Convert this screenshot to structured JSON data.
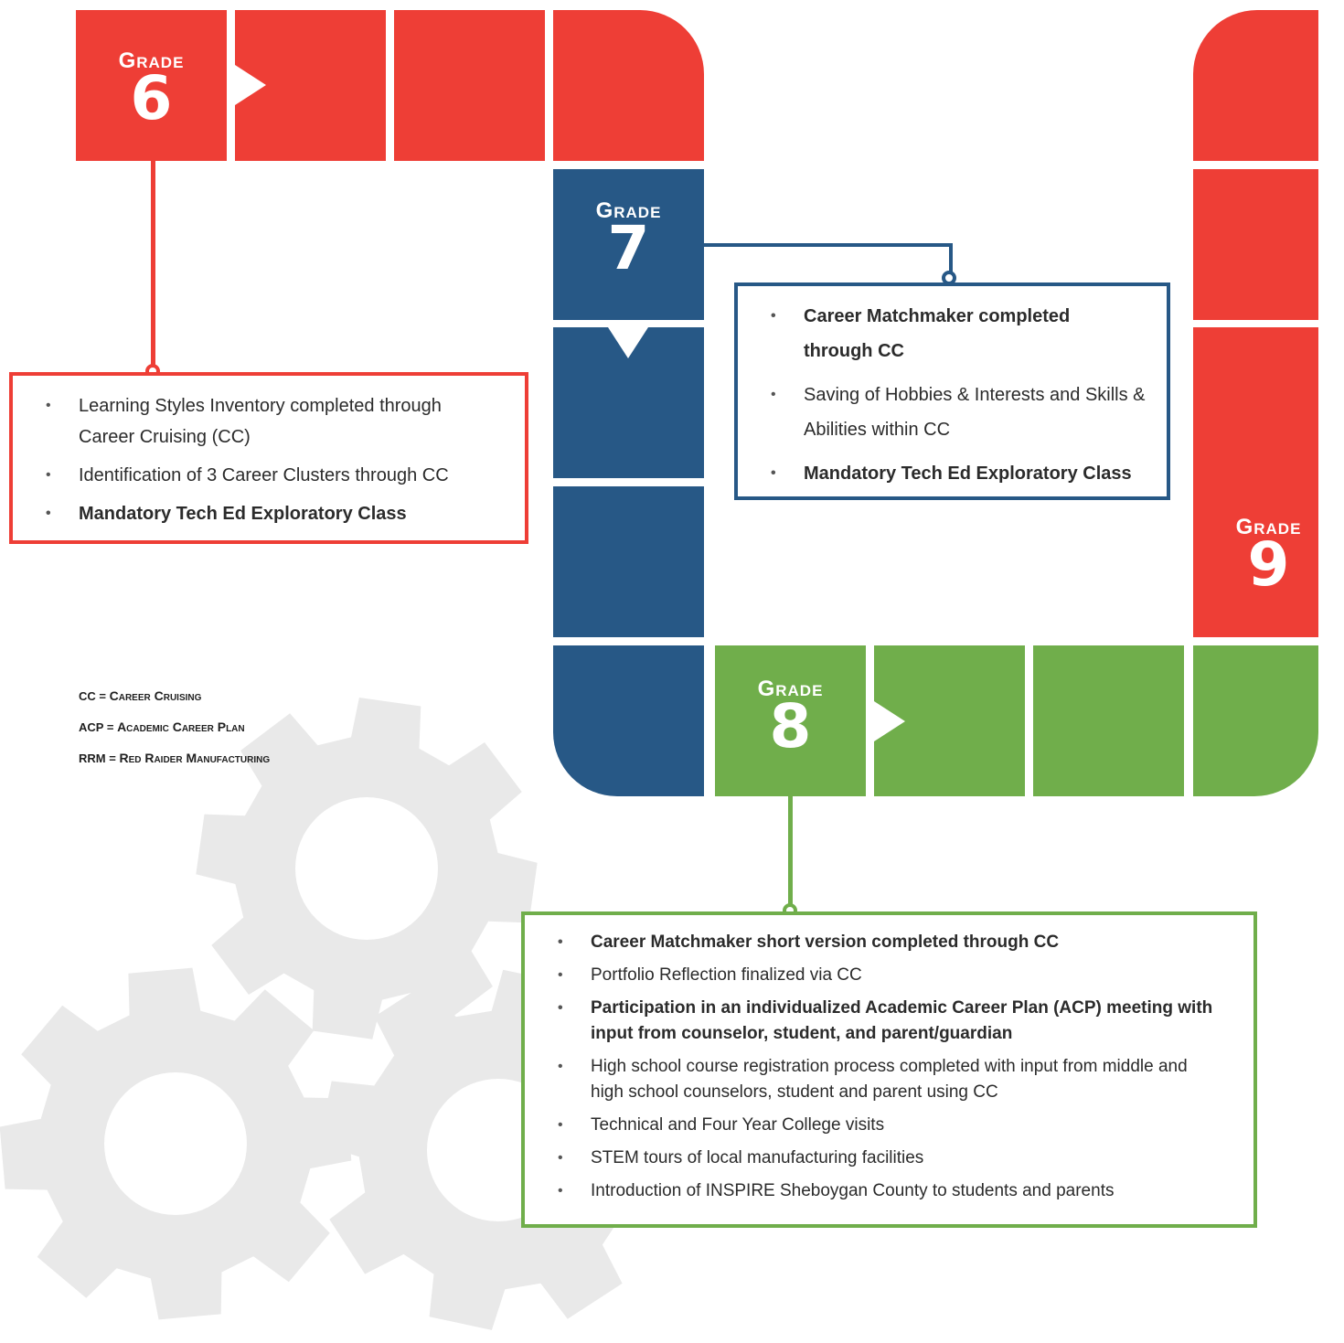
{
  "colors": {
    "grade6": "#ee3e36",
    "grade7": "#275886",
    "grade8": "#70ae4b",
    "grade9": "#ee3e36",
    "gears": "#e8e8e8"
  },
  "grades": {
    "g6": {
      "word": "Grade",
      "number": "6"
    },
    "g7": {
      "word": "Grade",
      "number": "7"
    },
    "g8": {
      "word": "Grade",
      "number": "8"
    },
    "g9": {
      "word": "Grade",
      "number": "9"
    }
  },
  "grade6_box": {
    "items": [
      {
        "text": "Learning Styles Inventory completed through Career Cruising (CC)",
        "bold": false
      },
      {
        "text": "Identification of 3 Career Clusters through CC",
        "bold": false
      },
      {
        "text": "Mandatory Tech Ed Exploratory Class",
        "bold": true
      }
    ]
  },
  "grade7_box": {
    "items": [
      {
        "text": "Career Matchmaker completed through CC",
        "bold": true
      },
      {
        "text": "Saving of Hobbies & Interests and Skills & Abilities within CC",
        "bold": false
      },
      {
        "text": "Mandatory Tech Ed Exploratory Class",
        "bold": true
      }
    ]
  },
  "grade8_box": {
    "items": [
      {
        "text": "Career Matchmaker short version completed through CC",
        "bold": true
      },
      {
        "text": "Portfolio Reflection finalized via CC",
        "bold": false
      },
      {
        "text": "Participation in an individualized Academic Career Plan (ACP) meeting with input from counselor, student, and parent/guardian",
        "bold": true
      },
      {
        "text": "High school course registration process completed with input from middle and high school counselors, student and parent using CC",
        "bold": false
      },
      {
        "text": "Technical and Four Year College visits",
        "bold": false
      },
      {
        "text": "STEM tours of local manufacturing facilities",
        "bold": false
      },
      {
        "text": "Introduction of INSPIRE Sheboygan County to students and parents",
        "bold": false
      }
    ]
  },
  "legend": {
    "cc": {
      "abbr": "CC",
      "full": "Career Cruising"
    },
    "acp": {
      "abbr": "ACP",
      "full": "Academic Career Plan"
    },
    "rrm": {
      "abbr": "RRM",
      "full": "Red Raider Manufacturing"
    }
  }
}
